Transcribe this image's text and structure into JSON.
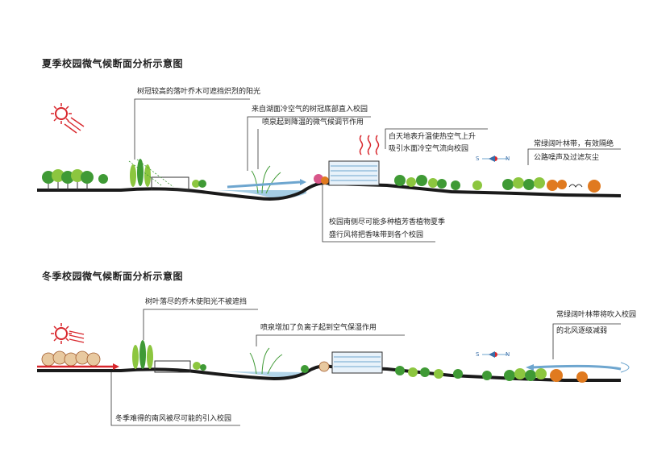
{
  "summer": {
    "title": "夏季校园微气候断面分析示意图",
    "notes": {
      "canopy": "树冠较高的落叶乔木可遮挡炽烈的阳光",
      "lake_air": "来自湖面冷空气的树冠底部直入校园",
      "fountain": "喷泉起到降温的微气候调节作用",
      "thermal_1": "白天地表升温使热空气上升",
      "thermal_2": "吸引水面冷空气流向校园",
      "evergreen_1": "常绿阔叶林带，有效隔绝",
      "evergreen_2": "公路噪声及过滤灰尘",
      "south_1": "校园南侧尽可能多种植芳香植物夏季",
      "south_2": "盛行风将把香味带到各个校园"
    },
    "compass": {
      "s": "S",
      "n": "N"
    }
  },
  "winter": {
    "title": "冬季校园微气候断面分析示意图",
    "notes": {
      "bare_trees": "树叶落尽的乔木使阳光不被遮挡",
      "fountain": "喷泉增加了负离子起到空气保湿作用",
      "evergreen_1": "常绿阔叶林带将吹入校园",
      "evergreen_2": "的北风逐级减弱",
      "south_wind": "冬季难得的南风被尽可能的引入校园"
    },
    "compass": {
      "s": "S",
      "n": "N"
    }
  },
  "colors": {
    "ground": "#1a1a1a",
    "water": "#7fb8d8",
    "tree_green": "#3f9a35",
    "tree_light": "#8cc63f",
    "tree_orange": "#e07a1f",
    "sun": "#d8262c",
    "building_blue": "#6ea6cf"
  }
}
